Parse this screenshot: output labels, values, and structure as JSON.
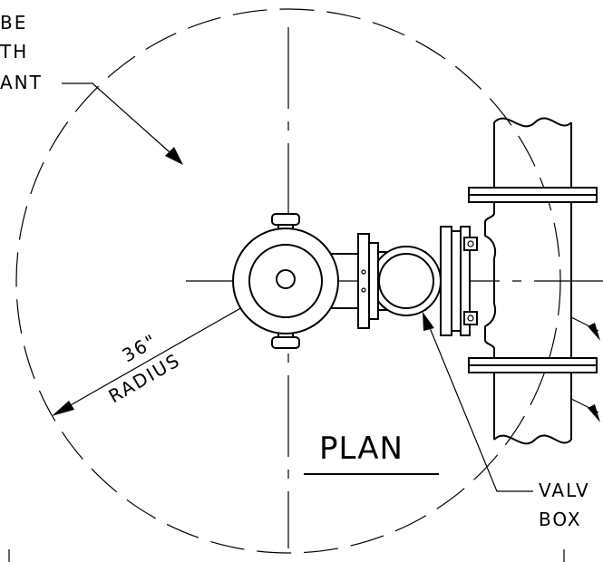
{
  "notes": {
    "top_left_line1": "BE",
    "top_left_line2": "TH",
    "top_left_line3": "ANT"
  },
  "dimension": {
    "value": "36\"",
    "label": "RADIUS"
  },
  "view_title": "PLAN",
  "valve_box": {
    "line1": "VALV",
    "line2": "BOX"
  }
}
